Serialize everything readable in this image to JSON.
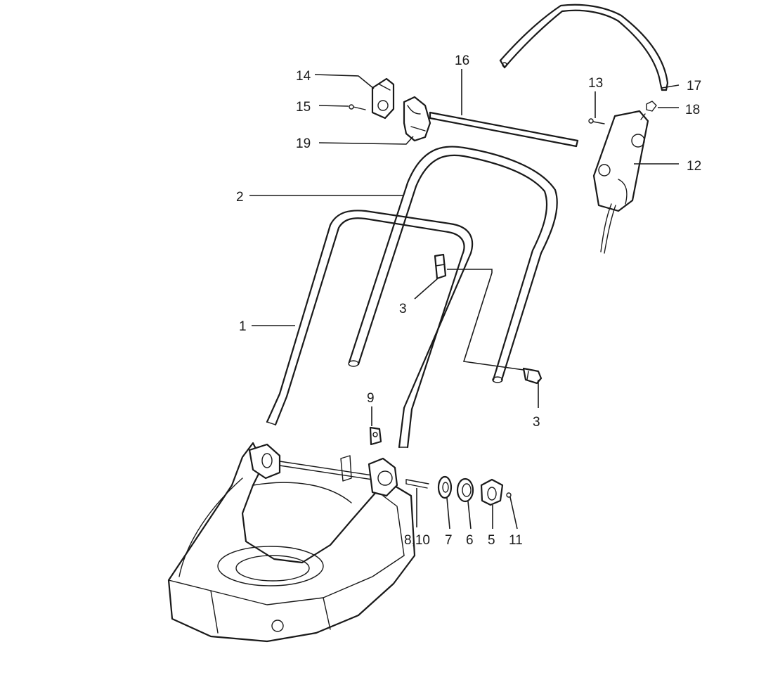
{
  "callouts": {
    "c1": "1",
    "c2": "2",
    "c3a": "3",
    "c3b": "3",
    "c5": "5",
    "c6": "6",
    "c7": "7",
    "c810": "8,10",
    "c9": "9",
    "c11": "11",
    "c12": "12",
    "c13": "13",
    "c14": "14",
    "c15": "15",
    "c16": "16",
    "c17": "17",
    "c18": "18",
    "c19": "19"
  }
}
